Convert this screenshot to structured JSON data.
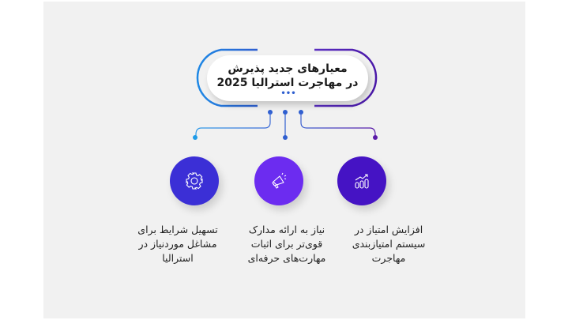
{
  "title": {
    "line1": "معیارهای جدید پذیرش",
    "line2": "در مهاجرت استرالیا 2025",
    "dots": "•••"
  },
  "colors": {
    "background": "#f1f1f1",
    "blue_accent": "#1e88e5",
    "purple_accent": "#4a18a8",
    "connector_blue": "#2f5fd0",
    "circle_left": "#3b2fd6",
    "circle_middle": "#6c2cf0",
    "circle_right": "#4513c4"
  },
  "items": [
    {
      "icon": "gear-icon",
      "line1": "تسهیل شرایط برای",
      "line2": "مشاغل موردنیاز در",
      "line3": "استرالیا"
    },
    {
      "icon": "megaphone-icon",
      "line1": "نیاز به ارائه مدارک",
      "line2": "قوی‌تر برای اثبات",
      "line3": "مهارت‌های حرفه‌ای"
    },
    {
      "icon": "growth-chart-icon",
      "line1": "افزایش امتیاز در",
      "line2": "سیستم امتیازبندی",
      "line3": "مهاجرت"
    }
  ]
}
